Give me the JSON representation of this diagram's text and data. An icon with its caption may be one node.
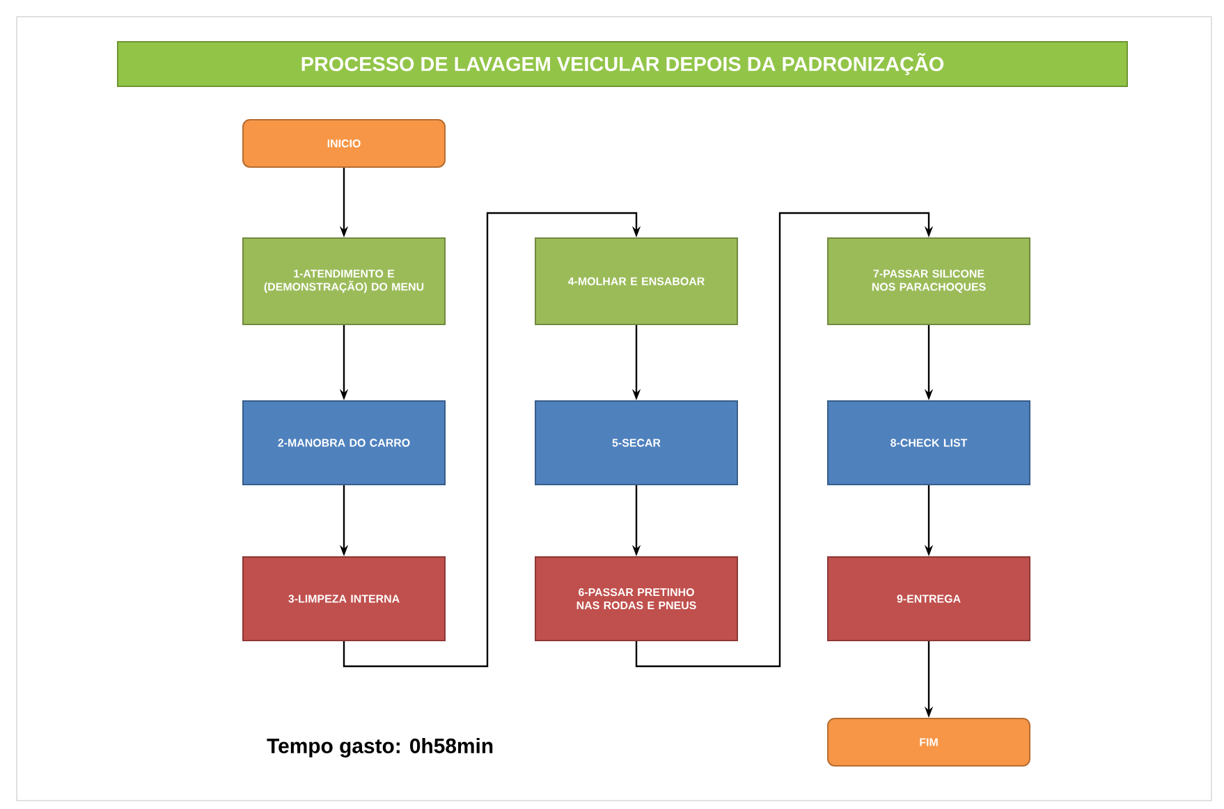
{
  "diagram": {
    "title": "PROCESSO DE LAVAGEM VEICULAR DEPOIS DA PADRONIZAÇÃO",
    "nodes": [
      {
        "text": [
          "INICIO"
        ]
      },
      {
        "text": [
          "1-ATENDIMENTO E (DEMONSTRAÇÃO) DO MENU"
        ]
      },
      {
        "text": [
          "2-MANOBRA DO CARRO"
        ]
      },
      {
        "text": [
          "3-LIMPEZA INTERNA"
        ]
      },
      {
        "text": [
          "4-MOLHAR E ENSABOAR"
        ]
      },
      {
        "text": [
          "5-SECAR"
        ]
      },
      {
        "text": [
          "6-PASSAR PRETINHO NAS RODAS E PNEUS"
        ]
      },
      {
        "text": [
          "7-PASSAR SILICONE NOS PARACHOQUES"
        ]
      },
      {
        "text": [
          "8-CHECK LIST"
        ]
      },
      {
        "text": [
          "9-ENTREGA"
        ]
      },
      {
        "text": [
          "FIM"
        ]
      }
    ],
    "edges": [
      {
        "from": 0,
        "to": 1,
        "arrow": "to"
      },
      {
        "from": 1,
        "to": 2,
        "arrow": "to"
      },
      {
        "from": 2,
        "to": 3,
        "arrow": "to"
      },
      {
        "from": 3,
        "to": 4,
        "arrow": "to"
      },
      {
        "from": 4,
        "to": 5,
        "arrow": "to"
      },
      {
        "from": 5,
        "to": 6,
        "arrow": "to"
      },
      {
        "from": 6,
        "to": 7,
        "arrow": "to"
      },
      {
        "from": 7,
        "to": 8,
        "arrow": "to"
      },
      {
        "from": 8,
        "to": 9,
        "arrow": "to"
      },
      {
        "from": 9,
        "to": 10,
        "arrow": "to"
      }
    ],
    "labels": [
      "Tempo gasto: 0h58min"
    ]
  }
}
